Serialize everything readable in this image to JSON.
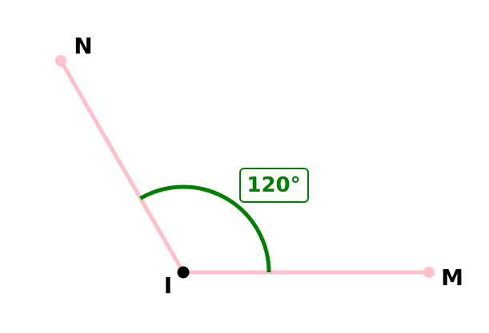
{
  "points": {
    "vertex": {
      "label": "I"
    },
    "end_a": {
      "label": "M"
    },
    "end_b": {
      "label": "N"
    }
  },
  "angle": {
    "value_degrees": 120,
    "label": "120°"
  },
  "colors": {
    "ray": "#ffc0cb",
    "endpoint": "#ffc0cb",
    "vertex": "#000000",
    "arc": "#008000",
    "label_text": "#008000",
    "label_box_border": "#008000",
    "label_box_fill": "#ffffff",
    "point_label": "#000000"
  }
}
